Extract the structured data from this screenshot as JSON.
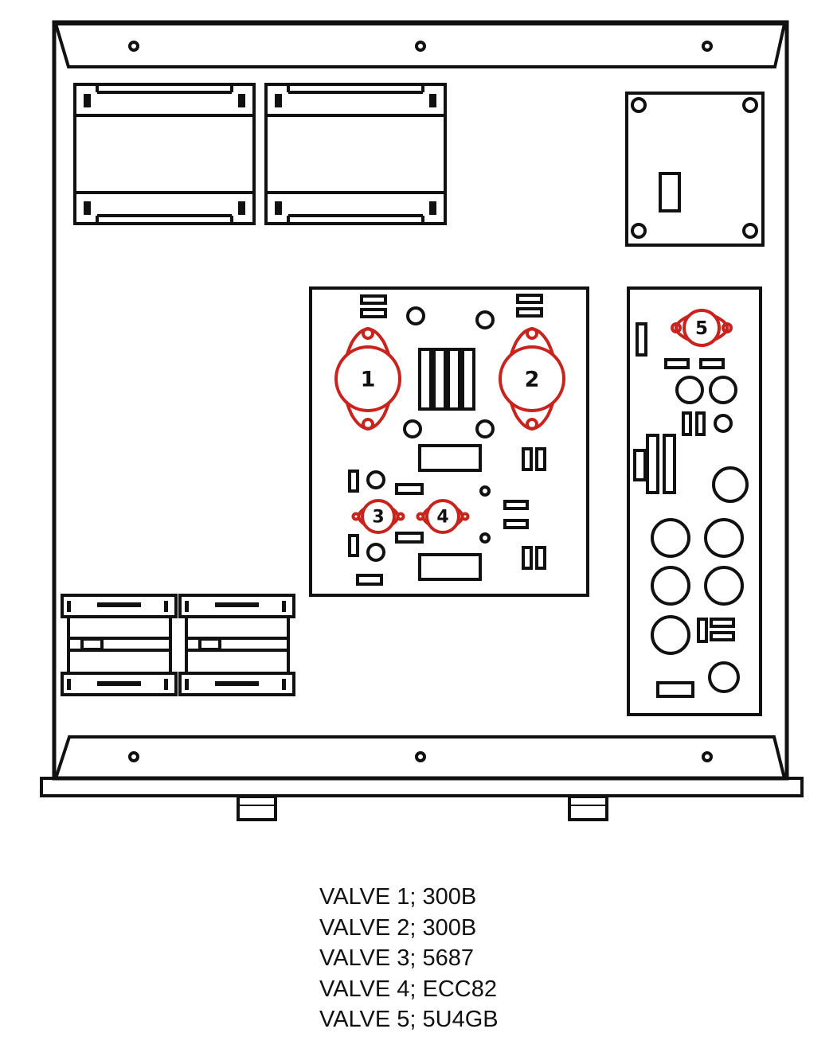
{
  "colors": {
    "line": "#111111",
    "valve": "#c8241d",
    "background": "#ffffff"
  },
  "valves": [
    {
      "number": "1",
      "shape": "large-octal"
    },
    {
      "number": "2",
      "shape": "large-octal"
    },
    {
      "number": "3",
      "shape": "small-noval"
    },
    {
      "number": "4",
      "shape": "small-noval"
    },
    {
      "number": "5",
      "shape": "small-octal"
    }
  ],
  "legend": [
    "VALVE 1; 300B",
    "VALVE 2; 300B",
    "VALVE 3; 5687",
    "VALVE 4; ECC82",
    "VALVE 5; 5U4GB"
  ]
}
